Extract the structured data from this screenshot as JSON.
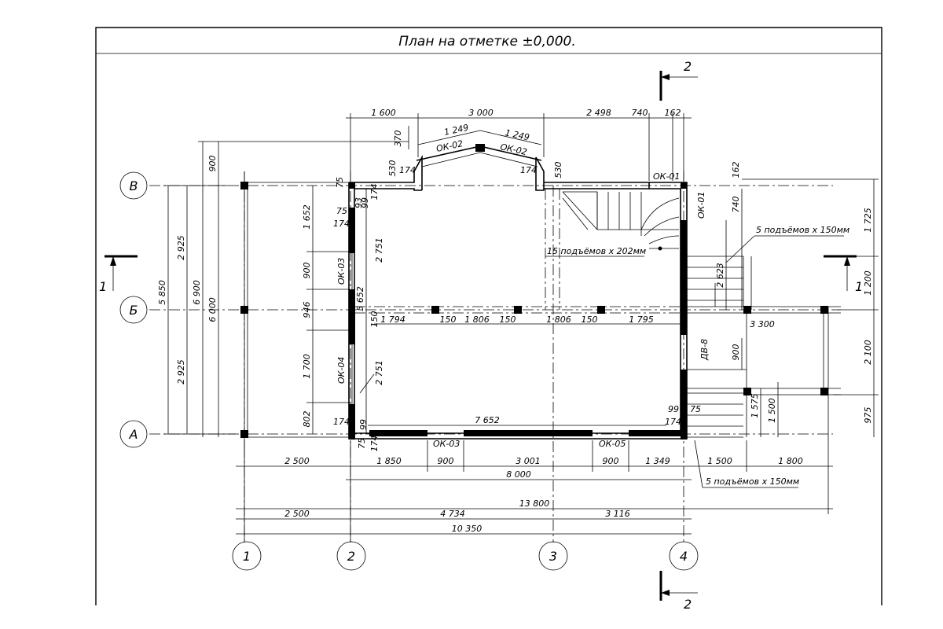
{
  "title": "План на отметке ±0,000.",
  "section_marks": {
    "top": "2",
    "bottom": "2",
    "left": "1",
    "right": "1"
  },
  "axes": {
    "columns": [
      "1",
      "2",
      "3",
      "4"
    ],
    "rows": [
      "В",
      "Б",
      "А"
    ]
  },
  "top_dims": [
    "1 600",
    "3 000",
    "2 498",
    "740",
    "162"
  ],
  "gable_dims": [
    "370",
    "1 249",
    "1 249",
    "530",
    "174",
    "174",
    "530"
  ],
  "window_tags": [
    "ОК-02",
    "ОК-02",
    "ОК-01",
    "ОК-01",
    "ОК-03",
    "ОК-04",
    "ОК-03",
    "ОК-05",
    "ДВ-8"
  ],
  "left_outer_dims": [
    "5 850",
    "6 900",
    "6 000",
    "2 925",
    "2 925",
    "900"
  ],
  "left_inner_dims": [
    "1 652",
    "900",
    "946",
    "1 700",
    "802",
    "75",
    "174",
    "99",
    "93",
    "174",
    "5 652",
    "2 751",
    "2 751",
    "150",
    "174",
    "99",
    "75",
    "174",
    "75"
  ],
  "mid_dims": [
    "1 794",
    "150",
    "1 806",
    "150",
    "1 806",
    "150",
    "1 795"
  ],
  "bottom_dims_row1": [
    "2 500",
    "1 850",
    "900",
    "3 001",
    "900",
    "1 349",
    "1 500",
    "1 800"
  ],
  "bottom_inner_label": "7 652",
  "bottom_total_8000": "8 000",
  "bottom_total_13800": "13 800",
  "bottom_dims_row3": [
    "2 500",
    "4 734",
    "3 116"
  ],
  "bottom_total_10350": "10 350",
  "right_dims": [
    "162",
    "740",
    "1 725",
    "2 623",
    "1 200",
    "3 300",
    "900",
    "2 100",
    "1 575",
    "1 500",
    "975",
    "99",
    "75",
    "174"
  ],
  "notes": {
    "stairs_inner": "15 подъёмов х 202мм",
    "stairs_right_top": "5 подъёмов х 150мм",
    "stairs_right_bottom": "5 подъёмов х 150мм"
  }
}
